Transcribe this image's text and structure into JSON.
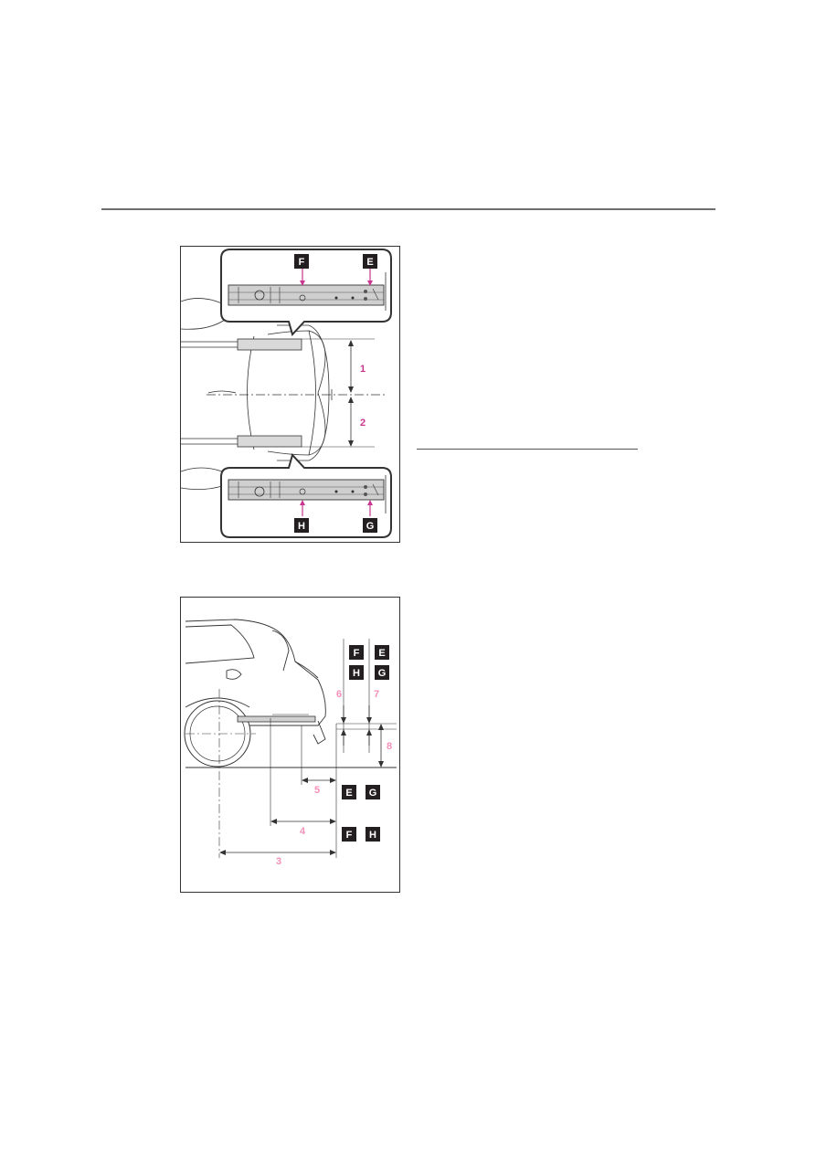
{
  "figure_top": {
    "callouts": {
      "upper_left": "F",
      "upper_right": "E",
      "lower_left": "H",
      "lower_right": "G"
    },
    "dimensions": [
      "1",
      "2"
    ]
  },
  "figure_side": {
    "vertical_labels": {
      "row1_left": "F",
      "row1_right": "E",
      "row2_left": "H",
      "row2_right": "G"
    },
    "dimensions": {
      "d3": "3",
      "d4": "4",
      "d5": "5",
      "d6": "6",
      "d7": "7",
      "d8": "8"
    },
    "dim5_refs": [
      "E",
      "G"
    ],
    "dim4_refs": [
      "F",
      "H"
    ]
  },
  "colors": {
    "accent": "#c8368f",
    "pink": "#f48fb8",
    "label_bg": "#231f20",
    "line": "#333333"
  }
}
